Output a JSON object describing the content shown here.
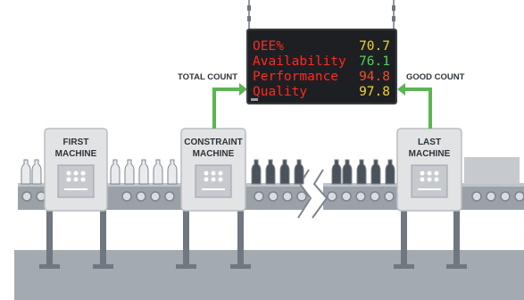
{
  "display": {
    "rows": [
      {
        "label": "OEE%",
        "value": "70.7",
        "value_color": "#f2d22b"
      },
      {
        "label": "Availability",
        "value": "76.1",
        "value_color": "#4fd25a"
      },
      {
        "label": "Performance",
        "value": "94.8",
        "value_color": "#f24a2f"
      },
      {
        "label": "Quality",
        "value": "97.8",
        "value_color": "#f2d22b"
      }
    ],
    "label_color": "#ff2a1f",
    "screen_color": "#1e1f23"
  },
  "callouts": {
    "total_count": "TOTAL COUNT",
    "good_count": "GOOD COUNT",
    "arrow_color": "#5bb553"
  },
  "machines": {
    "first": [
      "FIRST",
      "MACHINE"
    ],
    "constraint": [
      "CONSTRAINT",
      "MACHINE"
    ],
    "last": [
      "LAST",
      "MACHINE"
    ]
  },
  "colors": {
    "machine_body": "#e1e3e5",
    "machine_panel": "#c6c9cd",
    "conveyor": "#9aa1a8",
    "floor": "#a3aab0",
    "bottle_dark": "#4a535c",
    "bottle_light": "#e9ecef"
  }
}
